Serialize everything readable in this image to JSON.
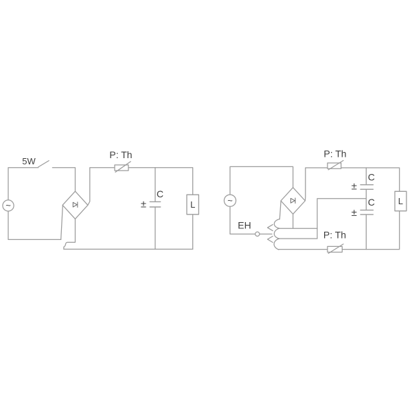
{
  "colors": {
    "background": "#ffffff",
    "wire": "#9b9b9b",
    "symbol": "#6a6a6a",
    "text": "#3f3f3f"
  },
  "left_circuit": {
    "source_symbol": "~",
    "switch_label": "5W",
    "thermistor_label": "P: Th",
    "capacitor_label": "C",
    "capacitor_polarity": "±",
    "load_label": "L"
  },
  "right_circuit": {
    "source_symbol": "~",
    "thermistor_top_label": "P: Th",
    "thermistor_bottom_label": "P: Th",
    "capacitor1_label": "C",
    "capacitor1_polarity": "±",
    "capacitor2_label": "C",
    "capacitor2_polarity": "±",
    "load_label": "L",
    "heater_label": "EH"
  }
}
